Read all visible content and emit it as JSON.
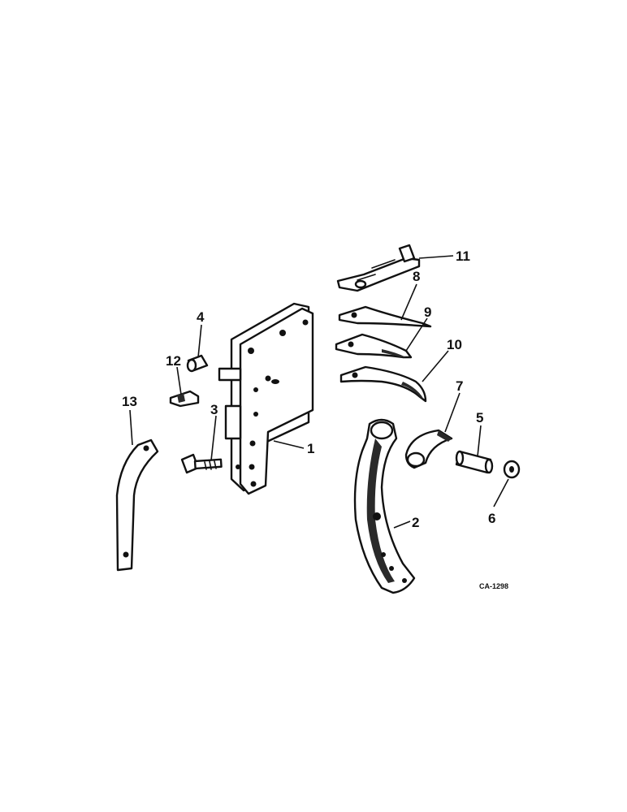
{
  "callouts": {
    "c1": "1",
    "c2": "2",
    "c3": "3",
    "c4": "4",
    "c5": "5",
    "c6": "6",
    "c7": "7",
    "c8": "8",
    "c9": "9",
    "c10": "10",
    "c11": "11",
    "c12": "12",
    "c13": "13"
  },
  "drawing_code": "CA-1298"
}
